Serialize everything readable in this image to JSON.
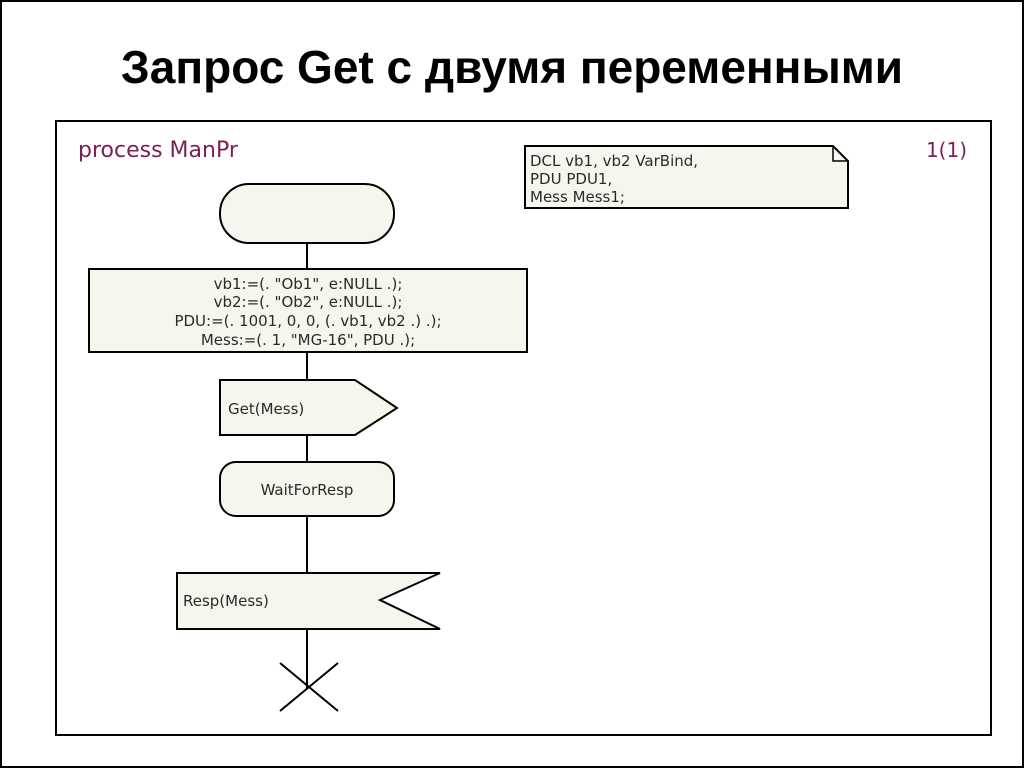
{
  "slide": {
    "title": "Запрос Get с двумя переменными"
  },
  "diagram": {
    "process_label": "process ManPr",
    "page_number": "1(1)",
    "declaration_lines": [
      "DCL vb1, vb2 VarBind,",
      "PDU PDU1,",
      "Mess Mess1;"
    ],
    "task_lines": [
      "vb1:=(. \"Ob1\", e:NULL .);",
      "vb2:=(. \"Ob2\", e:NULL .);",
      "PDU:=(. 1001, 0, 0, (. vb1, vb2 .) .);",
      "Mess:=(. 1, \"MG-16\", PDU .);"
    ],
    "output_signal": "Get(Mess)",
    "state_name": "WaitForResp",
    "input_signal": "Resp(Mess)"
  },
  "colors": {
    "shape_fill": "#f7f6ee",
    "stroke": "#000000",
    "title_accent": "#7a1f5a"
  }
}
